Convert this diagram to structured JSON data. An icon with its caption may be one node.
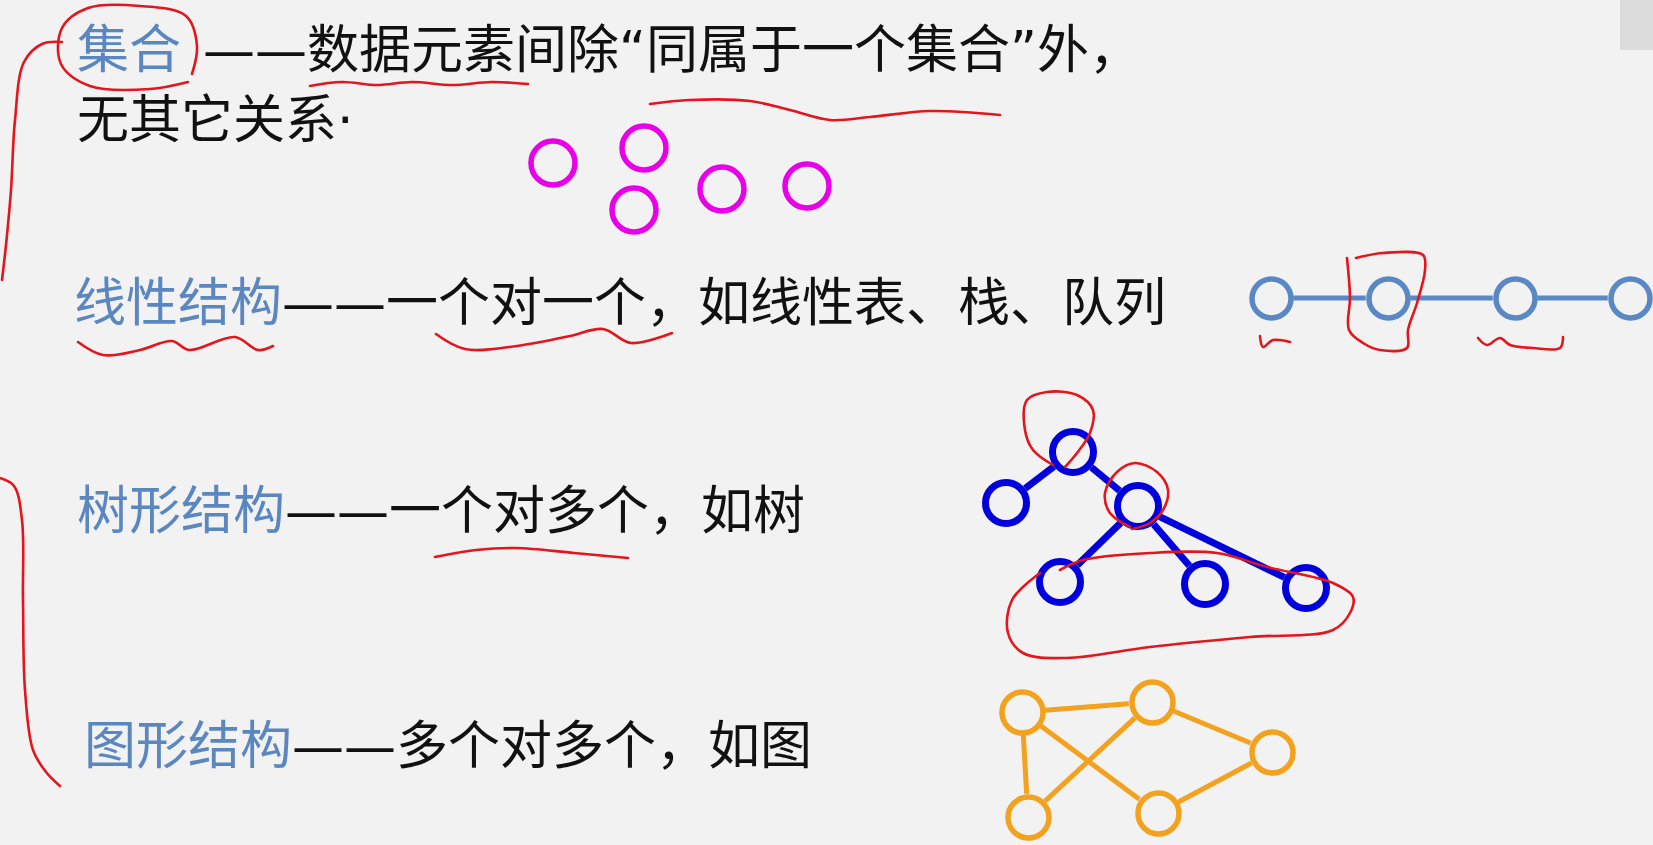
{
  "diagram": {
    "nodes": [
      {
        "text": [],
        "shape": "circle"
      },
      {
        "text": [],
        "shape": "circle"
      },
      {
        "text": [],
        "shape": "circle"
      },
      {
        "text": [],
        "shape": "circle"
      },
      {
        "text": [],
        "shape": "circle"
      },
      {
        "text": [],
        "shape": "circle"
      },
      {
        "text": [],
        "shape": "circle"
      },
      {
        "text": [],
        "shape": "circle"
      },
      {
        "text": [],
        "shape": "circle"
      },
      {
        "text": [],
        "shape": "circle"
      },
      {
        "text": [],
        "shape": "circle"
      },
      {
        "text": [],
        "shape": "circle"
      },
      {
        "text": [],
        "shape": "circle"
      },
      {
        "text": [],
        "shape": "circle"
      },
      {
        "text": [],
        "shape": "circle"
      },
      {
        "text": [],
        "shape": "circle"
      },
      {
        "text": [],
        "shape": "circle"
      },
      {
        "text": [],
        "shape": "circle"
      },
      {
        "text": [],
        "shape": "circle"
      },
      {
        "text": [],
        "shape": "circle"
      }
    ],
    "edges": [
      {
        "from": 5,
        "to": 6,
        "arrow": "none",
        "color": "#5a88c4"
      },
      {
        "from": 6,
        "to": 7,
        "arrow": "none",
        "color": "#5a88c4"
      },
      {
        "from": 7,
        "to": 8,
        "arrow": "none",
        "color": "#5a88c4"
      },
      {
        "from": 9,
        "to": 10,
        "arrow": "none",
        "color": "#0000dd"
      },
      {
        "from": 9,
        "to": 11,
        "arrow": "none",
        "color": "#0000dd"
      },
      {
        "from": 11,
        "to": 12,
        "arrow": "none",
        "color": "#0000dd"
      },
      {
        "from": 11,
        "to": 13,
        "arrow": "none",
        "color": "#0000dd"
      },
      {
        "from": 11,
        "to": 14,
        "arrow": "none",
        "color": "#0000dd"
      },
      {
        "from": 15,
        "to": 16,
        "arrow": "none"
      },
      {
        "from": 15,
        "to": 18,
        "arrow": "none"
      },
      {
        "from": 15,
        "to": 19,
        "arrow": "none"
      },
      {
        "from": 16,
        "to": 18,
        "arrow": "none"
      },
      {
        "from": 16,
        "to": 17,
        "arrow": "none"
      },
      {
        "from": 17,
        "to": 19,
        "arrow": "none"
      }
    ],
    "labels": [
      "集合",
      "——数据元素间除“同属于一个集合”外，",
      "无其它关系·",
      "线性结构",
      "——一个对一个，如线性表、栈、队列",
      "树形结构",
      "——一个对多个，如树",
      "图形结构",
      "——多个对多个，如图"
    ]
  }
}
